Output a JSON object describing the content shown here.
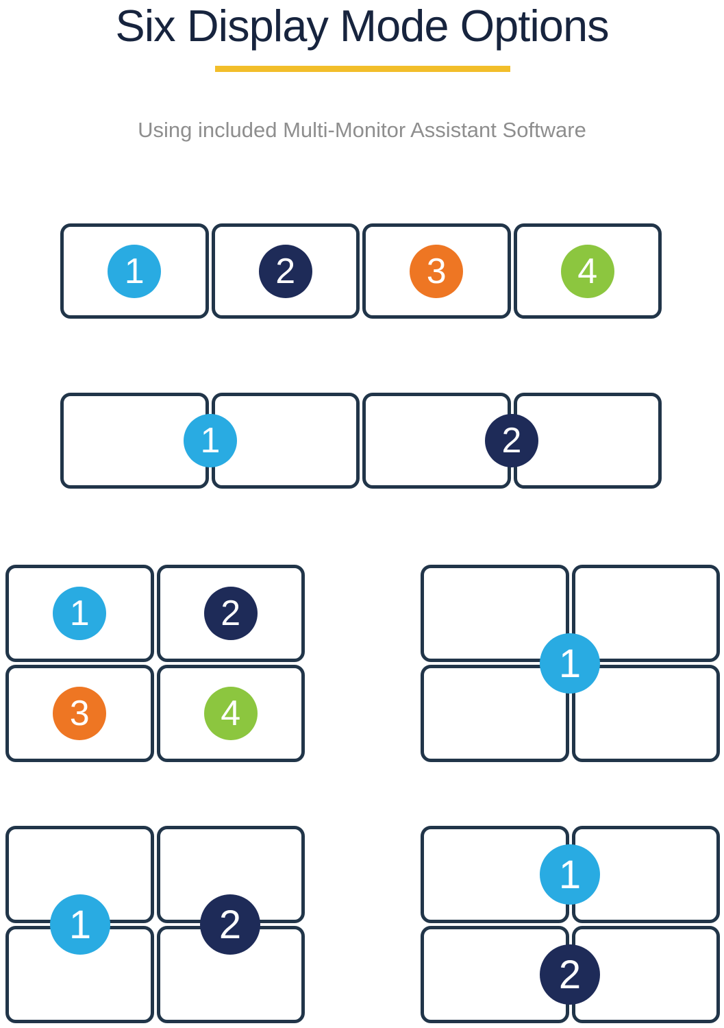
{
  "header": {
    "title": "Six Display Mode Options",
    "subtitle": "Using included Multi-Monitor Assistant Software"
  },
  "colors": {
    "title_text": "#17243E",
    "subtitle_text": "#8E8E8E",
    "divider": "#F2BE2A",
    "monitor_border": "#213549",
    "display_1": "#29ABE2",
    "display_2": "#1E2B58",
    "display_3": "#EE7623",
    "display_4": "#8CC63F"
  },
  "modes": [
    {
      "id": "extend-across-four",
      "monitor_count": 4,
      "badges": [
        {
          "label": "1",
          "color": "display_1"
        },
        {
          "label": "2",
          "color": "display_2"
        },
        {
          "label": "3",
          "color": "display_3"
        },
        {
          "label": "4",
          "color": "display_4"
        }
      ]
    },
    {
      "id": "span-two-pairs",
      "monitor_count": 4,
      "badges": [
        {
          "label": "1",
          "color": "display_1"
        },
        {
          "label": "2",
          "color": "display_2"
        }
      ]
    },
    {
      "id": "quad-extend-four",
      "monitor_count": 4,
      "badges": [
        {
          "label": "1",
          "color": "display_1"
        },
        {
          "label": "2",
          "color": "display_2"
        },
        {
          "label": "3",
          "color": "display_3"
        },
        {
          "label": "4",
          "color": "display_4"
        }
      ]
    },
    {
      "id": "quad-span-one",
      "monitor_count": 4,
      "badges": [
        {
          "label": "1",
          "color": "display_1"
        }
      ]
    },
    {
      "id": "quad-span-columns",
      "monitor_count": 4,
      "badges": [
        {
          "label": "1",
          "color": "display_1"
        },
        {
          "label": "2",
          "color": "display_2"
        }
      ]
    },
    {
      "id": "quad-span-rows",
      "monitor_count": 4,
      "badges": [
        {
          "label": "1",
          "color": "display_1"
        },
        {
          "label": "2",
          "color": "display_2"
        }
      ]
    }
  ]
}
